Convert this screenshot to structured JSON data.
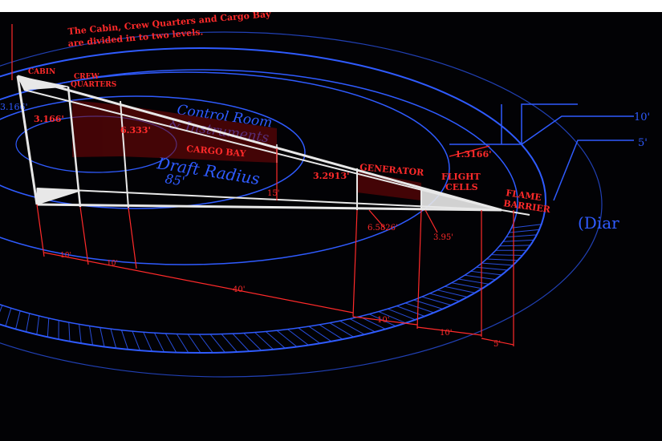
{
  "note": {
    "line1": "The Cabin, Crew Quarters and Cargo Bay",
    "line2": "are divided in to two levels."
  },
  "sections": {
    "cabin": "CABIN",
    "crew_1": "CREW",
    "crew_2": "QUARTERS",
    "cargo": "CARGO BAY",
    "generator": "GENERATOR",
    "flight_1": "FLIGHT",
    "flight_2": "CELLS",
    "flame_1": "FLAME",
    "flame_2": "BARRIER"
  },
  "dimensions": {
    "d_cabin": "3.166'",
    "d_crew": "6.333'",
    "d_cargo": "3.2913'",
    "d_top": "1.3166'",
    "d_gen": "6.5826'",
    "d_flight": "3.95'",
    "d_15": "15'",
    "d_10a": "10'",
    "d_10b": "10'",
    "d_40": "40'",
    "d_10c": "10'",
    "d_10d": "10'",
    "d_5": "5'",
    "d_left": "3.166'",
    "d_right1": "10'",
    "d_right2": "5'"
  },
  "background": {
    "control_1": "Control Room",
    "control_2": "& Instruments",
    "radius_1": "Draft Radius",
    "radius_2": "85'",
    "diameter": "(Diar"
  },
  "colors": {
    "blueprint_blue": "#2f5bff",
    "annotation_red": "#ff2a2a",
    "section_white": "#e8e8e8",
    "background": "#020205"
  }
}
